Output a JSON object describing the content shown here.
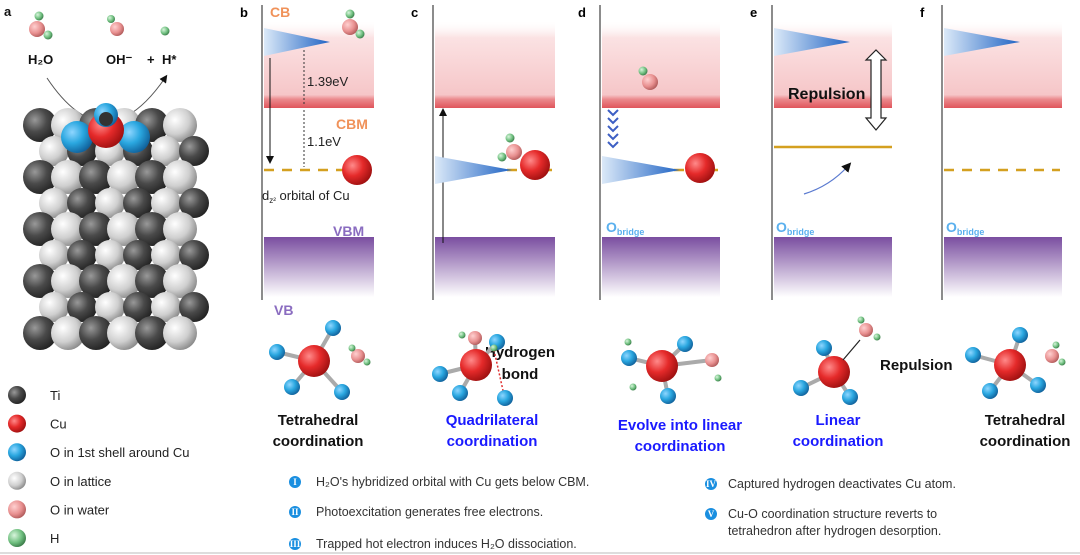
{
  "panels": {
    "a": {
      "label": "a",
      "reactant": "H₂O",
      "product1": "OH⁻",
      "plus": "+",
      "product2": "H*"
    },
    "b": {
      "label": "b",
      "cb": "CB",
      "cbm": "CBM",
      "vbm": "VBM",
      "vb": "VB",
      "gap1": "1.39eV",
      "gap2": "1.1eV",
      "orbital_prefix": "d",
      "orbital_sub": "z²",
      "orbital_suffix": " orbital of Cu",
      "step": "I",
      "caption": [
        "Tetrahedral",
        "coordination"
      ]
    },
    "c": {
      "label": "c",
      "step": "II",
      "hbond": [
        "Hydrogen",
        "bond"
      ],
      "caption": [
        "Quadrilateral",
        "coordination"
      ]
    },
    "d": {
      "label": "d",
      "step": "III",
      "obridge": "O",
      "obridge_sub": "bridge",
      "caption": [
        "Evolve into linear",
        "coordination"
      ]
    },
    "e": {
      "label": "e",
      "step": "IV",
      "repulsion": "Repulsion",
      "obridge": "O",
      "obridge_sub": "bridge",
      "repulsion2": "Repulsion",
      "caption": [
        "Linear",
        "coordination"
      ]
    },
    "f": {
      "label": "f",
      "step": "V",
      "obridge": "O",
      "obridge_sub": "bridge",
      "caption": [
        "Tetrahedral",
        "coordination"
      ]
    }
  },
  "legend_atoms": [
    {
      "label": "Ti",
      "color": "#4a4a4a"
    },
    {
      "label": "Cu",
      "color": "#e02828"
    },
    {
      "label": "O in 1st shell around Cu",
      "color": "#2aa7e0"
    },
    {
      "label": "O in lattice",
      "color": "#c8c8c8"
    },
    {
      "label": "O in water",
      "color": "#e89090"
    },
    {
      "label": "H",
      "color": "#6fbf7f"
    }
  ],
  "steps": [
    {
      "badge": "I",
      "text": "H₂O's hybridized orbital with Cu gets below CBM."
    },
    {
      "badge": "II",
      "text": "Photoexcitation generates free electrons."
    },
    {
      "badge": "III",
      "text": "Trapped hot electron induces H₂O dissociation."
    },
    {
      "badge": "IV",
      "text": "Captured hydrogen deactivates Cu atom."
    },
    {
      "badge": "V",
      "text_lines": [
        "Cu-O   coordination   structure   reverts   to",
        "tetrahedron after hydrogen desorption."
      ]
    }
  ],
  "colors": {
    "cb": "#f3b8bb",
    "cbm_line": "#e05a60",
    "vb": "#7a4ea0",
    "accent_blue": "#1a1aff",
    "cb_text": "#f0925a",
    "vb_text": "#8a6cc0",
    "level": "#d4a020"
  }
}
